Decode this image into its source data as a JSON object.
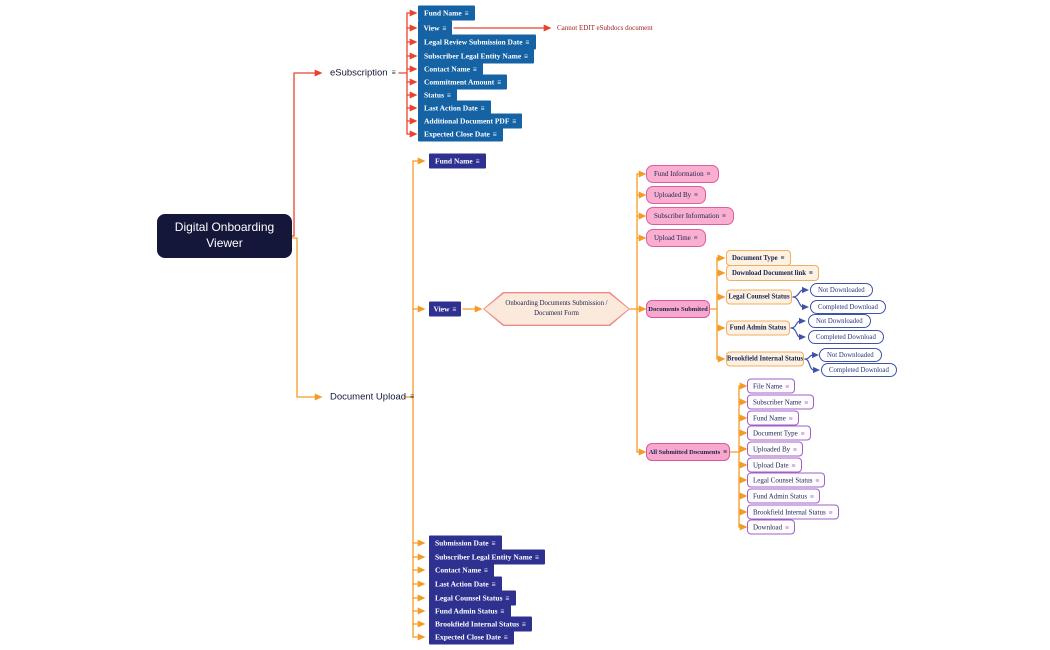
{
  "icons": {
    "notes": "≡"
  },
  "colors": {
    "branch_red": "#E8432E",
    "branch_orange": "#F59B25",
    "connector_navy": "#4053A8",
    "esub_box": "#1563A4",
    "upload_box": "#2F3190",
    "root_bg": "#14173A",
    "pink_fill": "#FAAFD1",
    "pink_border": "#DB5F9E",
    "beige_fill": "#FDF1E2",
    "beige_border": "#F2AC63",
    "callout_fill": "#FBE9DC",
    "callout_border": "#F08B88",
    "purple_border": "#A15FC6",
    "pill_border": "#4053A8",
    "note_red": "#9E2220"
  },
  "root": {
    "label": "Digital Onboarding Viewer"
  },
  "esubscription": {
    "label": "eSubscription",
    "items": [
      "Fund Name",
      "View",
      "Legal Review Submission Date",
      "Subscriber Legal Entity Name",
      "Contact Name",
      "Commitment Amount",
      "Status",
      "Last Action Date",
      "Additional Document PDF",
      "Expected Close Date"
    ],
    "view_note": "Cannot EDIT eSubdocs document"
  },
  "document_upload": {
    "label": "Document Upload",
    "fund_name": "Fund Name",
    "view": "View",
    "callout": "Onboarding Documents Submission / Document Form",
    "form_sections": [
      "Fund Information",
      "Uploaded By",
      "Subscriber Information",
      "Upload Time"
    ],
    "documents_submitted": {
      "label": "Documents Submited",
      "fields": [
        "Document Type",
        "Download Document link"
      ],
      "statuses": [
        {
          "label": "Legal Counsel Status",
          "options": [
            "Not Downloaded",
            "Completed Download"
          ]
        },
        {
          "label": "Fund Admin Status",
          "options": [
            "Not Downloaded",
            "Completed Download"
          ]
        },
        {
          "label": "Brookfield Internal Status",
          "options": [
            "Not Downloaded",
            "Completed Download"
          ]
        }
      ]
    },
    "all_submitted_documents": {
      "label": "All Submitted Documents",
      "fields": [
        "File Name",
        "Subscriber Name",
        "Fund Name",
        "Document Type",
        "Uploaded By",
        "Upload Date",
        "Legal Counsel Status",
        "Fund Admin Status",
        "Brookfield Internal Status",
        "Download"
      ]
    },
    "detail_items": [
      "Submission Date",
      "Subscriber Legal Entity Name",
      "Contact Name",
      "Last Action Date",
      "Legal Counsel Status",
      "Fund Admin Status",
      "Brookfield Internal Status",
      "Expected Close Date"
    ]
  }
}
